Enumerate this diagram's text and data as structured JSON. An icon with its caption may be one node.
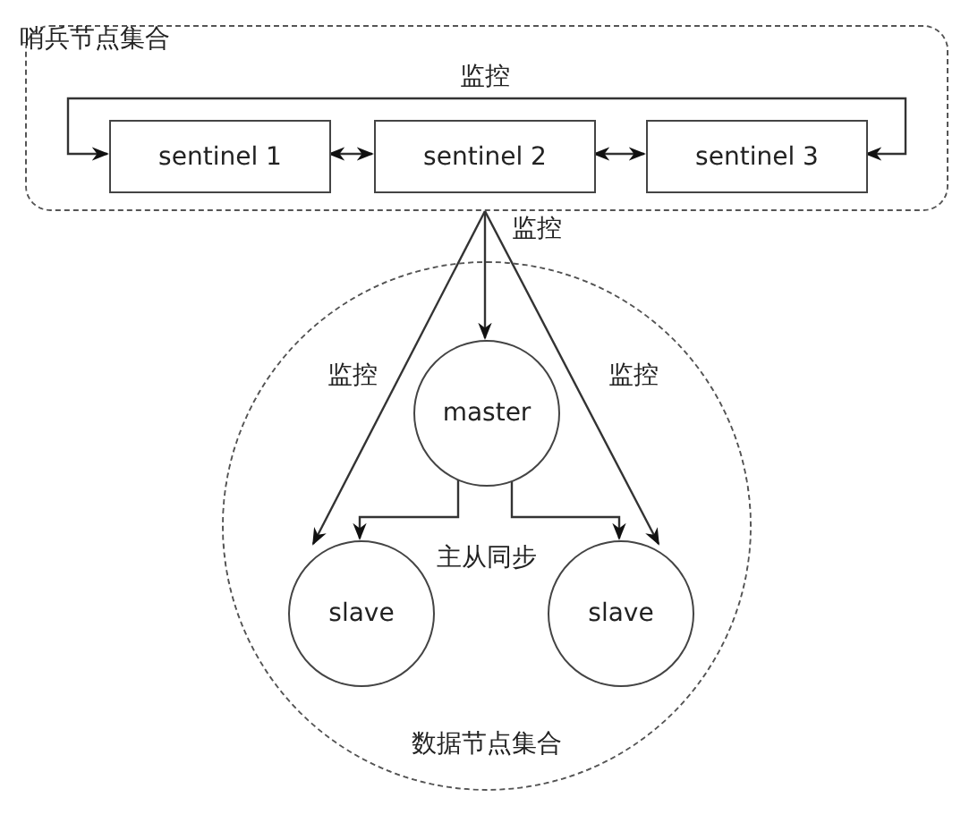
{
  "diagram": {
    "nodes": [
      {
        "text": [
          "哨兵节点集合"
        ]
      },
      {
        "text": [
          "sentinel 1"
        ],
        "in": 0
      },
      {
        "text": [
          "sentinel 2"
        ],
        "in": 0
      },
      {
        "text": [
          "sentinel 3"
        ],
        "in": 0
      },
      {
        "text": [
          "数据节点集合"
        ]
      },
      {
        "text": [
          "master"
        ],
        "in": 4
      },
      {
        "text": [
          "slave"
        ],
        "in": 4
      },
      {
        "text": [
          "slave"
        ],
        "in": 4
      }
    ],
    "edges": [
      {
        "from": 1,
        "to": 2,
        "arrow": "both"
      },
      {
        "from": 2,
        "to": 3,
        "arrow": "both"
      },
      {
        "from": 1,
        "to": 3,
        "arrow": "both",
        "label": "监控"
      },
      {
        "from": 0,
        "to": 5,
        "arrow": "to",
        "label": "监控"
      },
      {
        "from": 0,
        "to": 6,
        "arrow": "to",
        "label": "监控"
      },
      {
        "from": 0,
        "to": 7,
        "arrow": "to",
        "label": "监控"
      },
      {
        "from": 5,
        "to": 6,
        "arrow": "to",
        "label": "主从同步"
      },
      {
        "from": 5,
        "to": 7,
        "arrow": "to"
      }
    ]
  }
}
